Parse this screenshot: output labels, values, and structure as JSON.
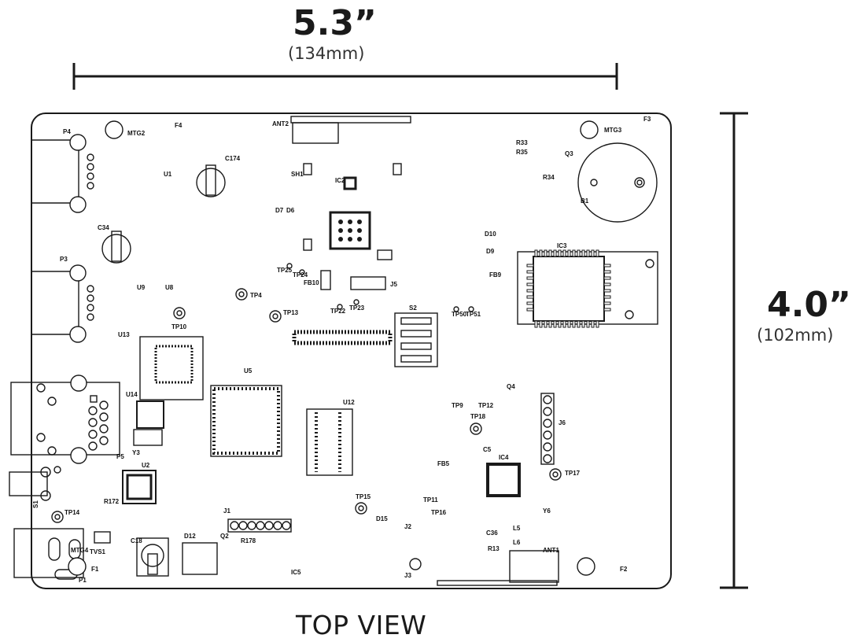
{
  "title": "5.3” board dimensional drawing",
  "dimensions": {
    "width_inches": "5.3”",
    "width_mm": "(134mm)",
    "height_inches": "4.0”",
    "height_mm": "(102mm)"
  },
  "view_label": "TOP VIEW",
  "labels": {
    "p4": "P4",
    "p3": "P3",
    "p5": "P5",
    "p1": "P1",
    "mtg2": "MTG2",
    "mtg3": "MTG3",
    "mtg4": "MTG4",
    "f1": "F1",
    "f2": "F2",
    "f3": "F3",
    "f4": "F4",
    "ant1": "ANT1",
    "ant2": "ANT2",
    "c174": "C174",
    "c34": "C34",
    "c18": "C18",
    "u1": "U1",
    "u8": "U8",
    "u9": "U9",
    "u13": "U13",
    "u14": "U14",
    "u5": "U5",
    "u12": "U12",
    "u2": "U2",
    "sh1": "SH1",
    "ic2": "IC2",
    "ic3": "IC3",
    "ic4": "IC4",
    "ic5": "IC5",
    "j1": "J1",
    "j2": "J2",
    "j3": "J3",
    "j5": "J5",
    "j6": "J6",
    "s1": "S1",
    "s2": "S2",
    "b1": "B1",
    "q3": "Q3",
    "q4": "Q4",
    "q2": "Q2",
    "r33": "R33",
    "r35": "R35",
    "r34": "R34",
    "tp4": "TP4",
    "tp10": "TP10",
    "tp13": "TP13",
    "tp14": "TP14",
    "tp15": "TP15",
    "tp17": "TP17",
    "tp18": "TP18",
    "tp22": "TP22",
    "tp23": "TP23",
    "tp24": "TP24",
    "tp25": "TP25",
    "tp50": "TP50",
    "tp51": "TP51",
    "tp9": "TP9",
    "tp12": "TP12",
    "tp11": "TP11",
    "tp16": "TP16",
    "fb5": "FB5",
    "fb9": "FB9",
    "fb10": "FB10",
    "d7": "D7",
    "d6": "D6",
    "d9": "D9",
    "d10": "D10",
    "d12": "D12",
    "d15": "D15",
    "y3": "Y3",
    "y6": "Y6",
    "tvs1": "TVS1",
    "r172": "R172",
    "r178": "R178",
    "r13": "R13",
    "c5": "C5",
    "c36": "C36",
    "l5": "L5",
    "l6": "L6"
  }
}
